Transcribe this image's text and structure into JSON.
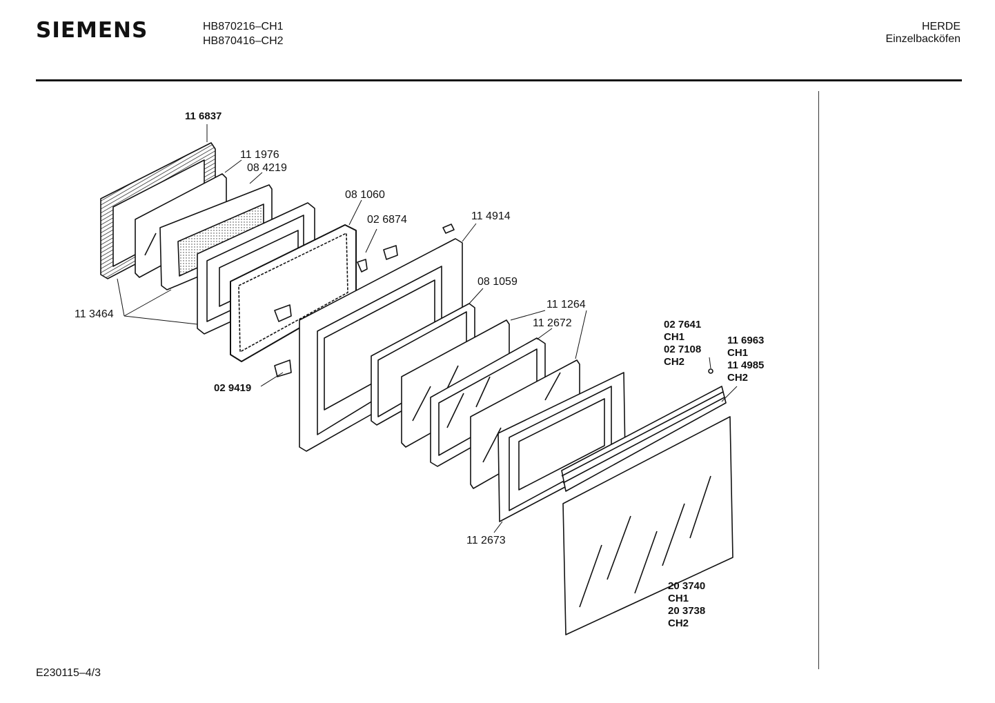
{
  "header": {
    "brand": "SIEMENS",
    "models": [
      "HB870216–CH1",
      "HB870416–CH2"
    ],
    "category": [
      "HERDE",
      "Einzelbacköfen"
    ]
  },
  "footer": {
    "doc_code": "E230115–4/3"
  },
  "part_labels": {
    "p116837": "11 6837",
    "p111976": "11 1976",
    "p084219": "08 4219",
    "p081060": "08 1060",
    "p026874": "02 6874",
    "p114914": "11 4914",
    "p113464": "11 3464",
    "p081059": "08 1059",
    "p111264": "11 1264",
    "p112672": "11 2672",
    "p029419": "02 9419",
    "p112673": "11 2673",
    "p027641": [
      "02 7641",
      "CH1",
      "02 7108",
      "CH2"
    ],
    "p116963": [
      "11 6963",
      "CH1",
      "11 4985",
      "CH2"
    ],
    "p203740": [
      "20 3740",
      "CH1",
      "20 3738",
      "CH2"
    ]
  }
}
